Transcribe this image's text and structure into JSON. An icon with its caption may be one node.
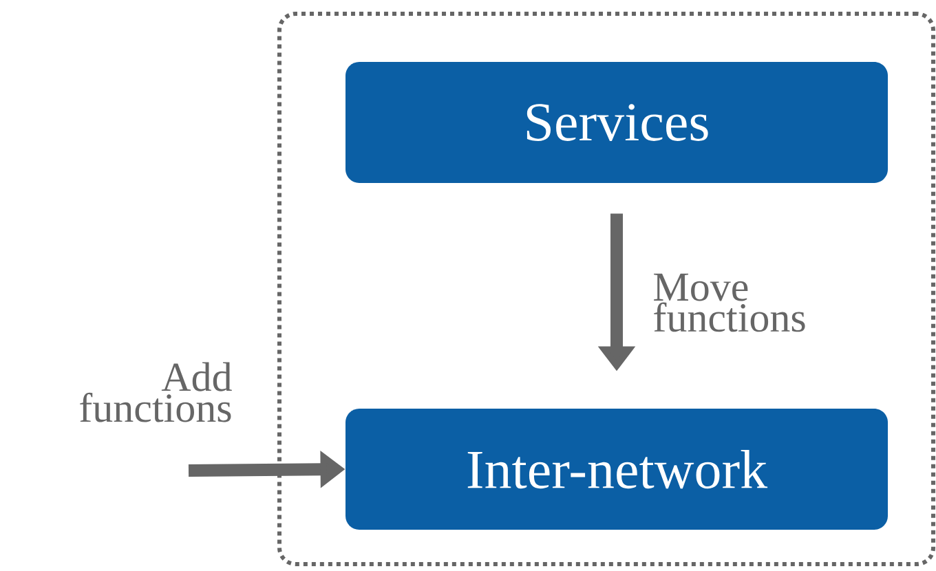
{
  "diagram": {
    "nodes": [
      {
        "text": [],
        "shape": "box"
      },
      {
        "text": [
          "Services"
        ],
        "in": 0
      },
      {
        "text": [
          "Inter-network"
        ],
        "in": 0
      }
    ],
    "edges": [
      {
        "from": 1,
        "to": 2,
        "arrow": "to",
        "label": "Move functions"
      },
      {
        "from": null,
        "to": 2,
        "arrow": "to",
        "label": "Add functions"
      }
    ]
  }
}
